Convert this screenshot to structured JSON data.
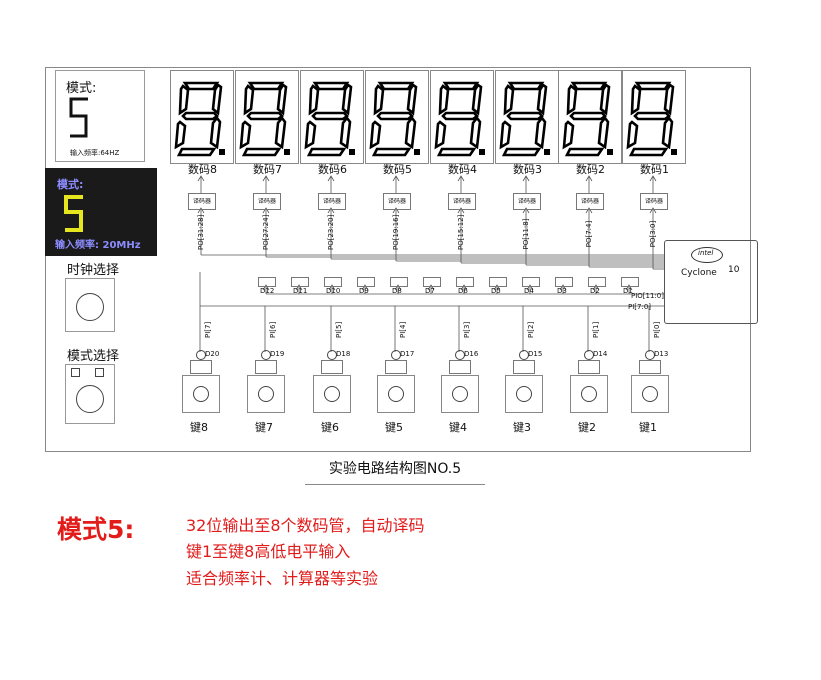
{
  "mode_box": {
    "label": "模式:",
    "digit": "5",
    "freq": "输入频率:64HZ"
  },
  "lcd": {
    "label": "模式:",
    "digit": "5",
    "freq": "输入频率: 20MHz",
    "bg": "#1a1a1a",
    "label_color": "#8c8cff",
    "digit_color": "#e6e61e"
  },
  "clock_select": "时钟选择",
  "mode_select": "模式选择",
  "digits": [
    "数码8",
    "数码7",
    "数码6",
    "数码5",
    "数码4",
    "数码3",
    "数码2",
    "数码1"
  ],
  "decoder_label": "译码器",
  "po_labels": [
    "PO[31:28]",
    "PO[27:24]",
    "PO[23:20]",
    "PO[19:16]",
    "PO[15:12]",
    "PO[11:8]",
    "PO[7:4]",
    "PO[3:0]"
  ],
  "leds": [
    "D12",
    "D11",
    "D10",
    "D9",
    "D8",
    "D7",
    "D6",
    "D5",
    "D4",
    "D3",
    "D2",
    "D1"
  ],
  "pio_label": "PIO[11:0]",
  "pi_bus_label": "PI[7:0]",
  "pi_labels": [
    "PI[7]",
    "PI[6]",
    "PI[5]",
    "PI[4]",
    "PI[3]",
    "PI[2]",
    "PI[1]",
    "PI[0]"
  ],
  "key_leds": [
    "D20",
    "D19",
    "D18",
    "D17",
    "D16",
    "D15",
    "D14",
    "D13"
  ],
  "keys": [
    "键8",
    "键7",
    "键6",
    "键5",
    "键4",
    "键3",
    "键2",
    "键1"
  ],
  "chip": {
    "brand": "intel",
    "name": "Cyclone",
    "version": "10"
  },
  "caption": "实验电路结构图NO.5",
  "mode_title": "模式5:",
  "description": [
    "32位输出至8个数码管，自动译码",
    "键1至键8高低电平输入",
    "适合频率计、计算器等实验"
  ],
  "accent": "#e21b1b"
}
